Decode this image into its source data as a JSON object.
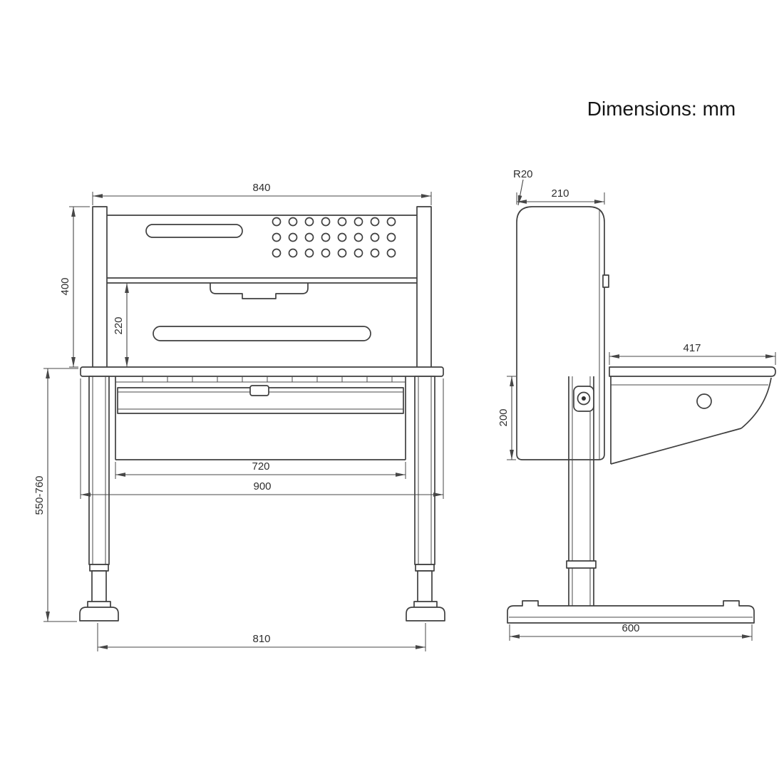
{
  "title": "Dimensions: mm",
  "front_view": {
    "dims": {
      "top_width": "840",
      "panel_height": "400",
      "inner_height": "220",
      "height_range": "550-760",
      "drawer_width": "720",
      "desktop_width": "900",
      "feet_span": "810"
    }
  },
  "side_view": {
    "dims": {
      "corner_radius": "R20",
      "top_depth": "210",
      "desktop_depth": "417",
      "panel_drop": "200",
      "base_depth": "600"
    }
  }
}
